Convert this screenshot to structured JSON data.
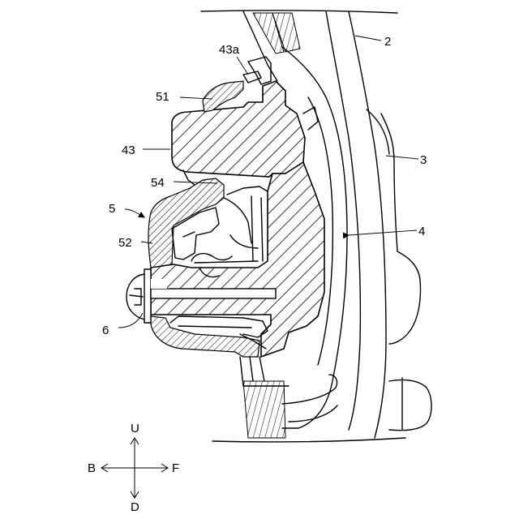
{
  "figure": {
    "labels": {
      "l2": "2",
      "l3": "3",
      "l4": "4",
      "l5": "5",
      "l6": "6",
      "l43": "43",
      "l43a": "43a",
      "l51": "51",
      "l52": "52",
      "l54": "54"
    },
    "compass": {
      "up": "U",
      "down": "D",
      "back": "B",
      "front": "F"
    }
  }
}
